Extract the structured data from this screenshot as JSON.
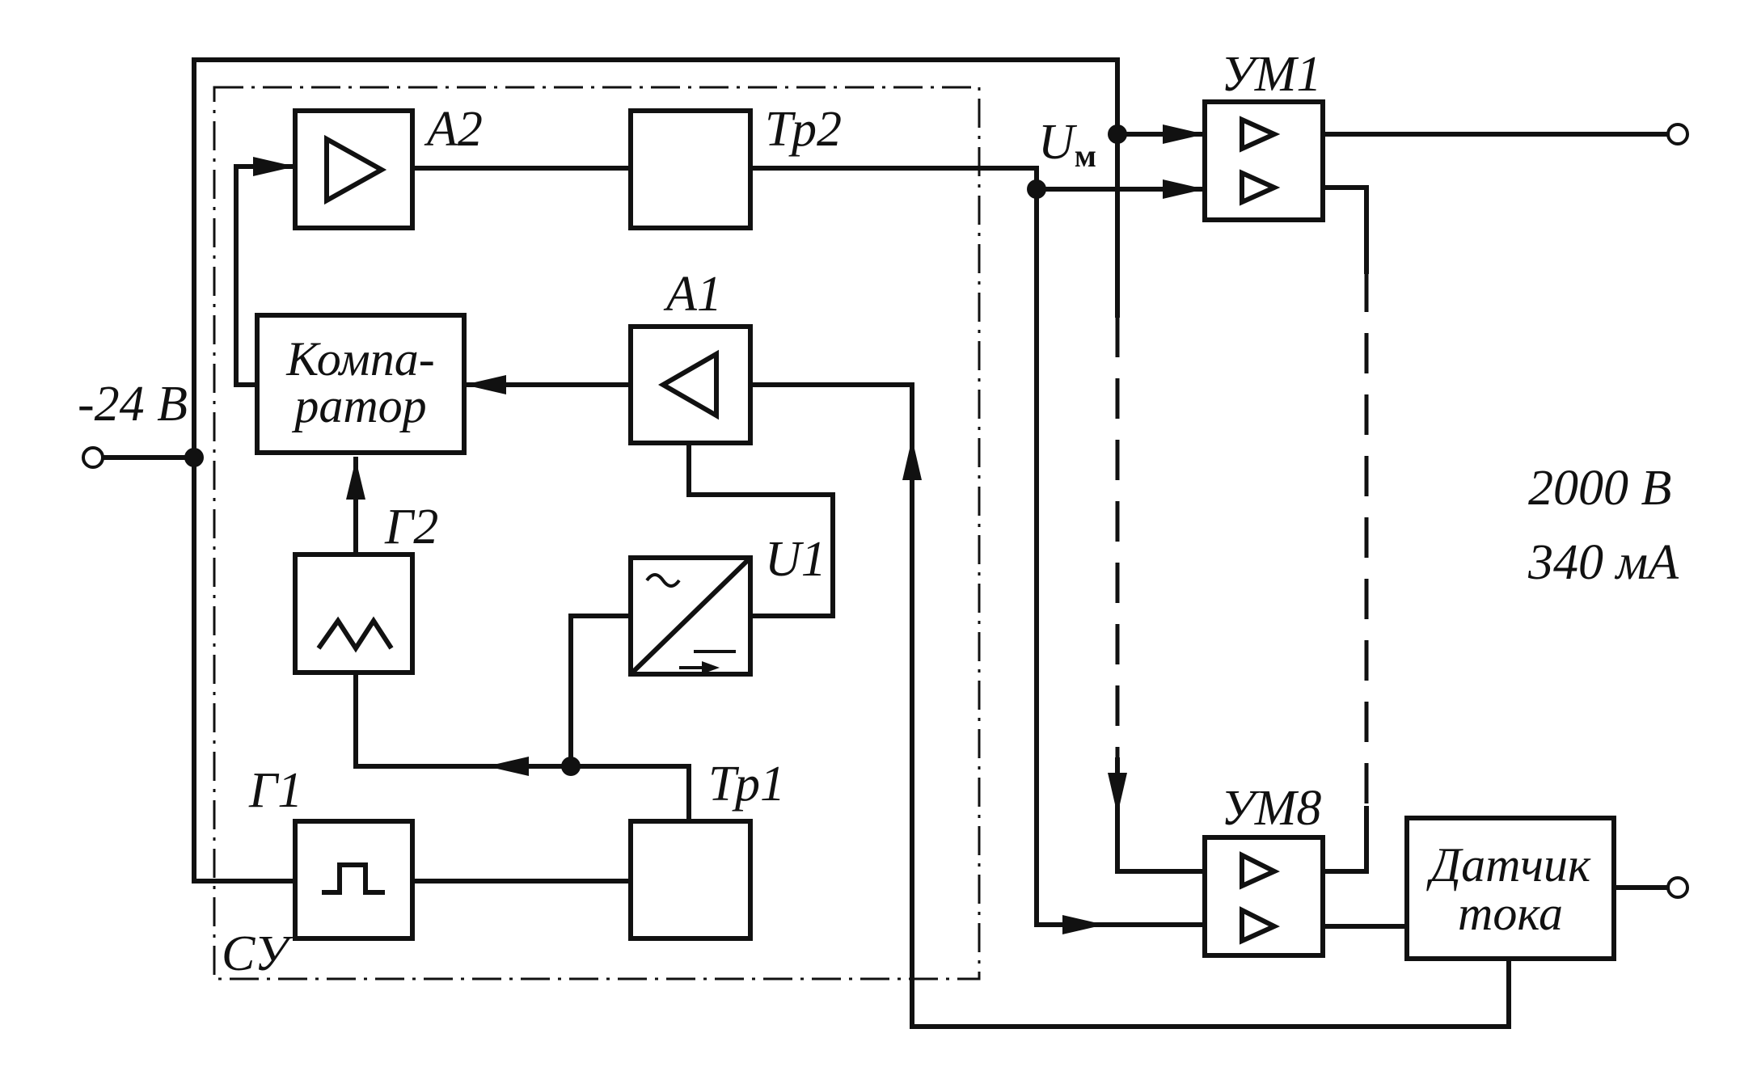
{
  "labels": {
    "supply": "-24 В",
    "a2": "А2",
    "tr2": "Тр2",
    "a1": "А1",
    "u1": "U1",
    "g2": "Г2",
    "g1": "Г1",
    "tr1": "Тр1",
    "su": "СУ",
    "um1": "УМ1",
    "um8": "УМ8",
    "um_main": "U",
    "um_sub": "м",
    "voltage": "2000 В",
    "current": "340 мА"
  },
  "blocks": {
    "comparator_line1": "Компа-",
    "comparator_line2": "ратор",
    "sensor_line1": "Датчик",
    "sensor_line2": "тока"
  }
}
